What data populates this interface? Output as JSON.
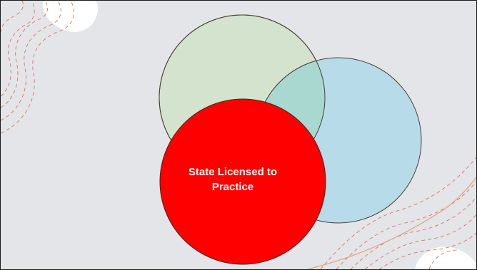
{
  "diagram": {
    "type": "venn",
    "circles": [
      {
        "name": "green-circle",
        "label": "",
        "fill": "#d4e3cd",
        "stroke": "#4a4030"
      },
      {
        "name": "blue-circle",
        "label": "",
        "fill": "#b7dbe9",
        "stroke": "#4a4030"
      },
      {
        "name": "red-circle",
        "label": "State Licensed to Practice",
        "fill": "#ff0000",
        "stroke": "#3a2a20"
      }
    ],
    "overlap_fill": "#a8d8d0",
    "label_color": "#ffffff"
  },
  "decoration": {
    "background": "#e3e5e8",
    "contour_color": "#e07060",
    "accent_color": "#e8a070"
  }
}
